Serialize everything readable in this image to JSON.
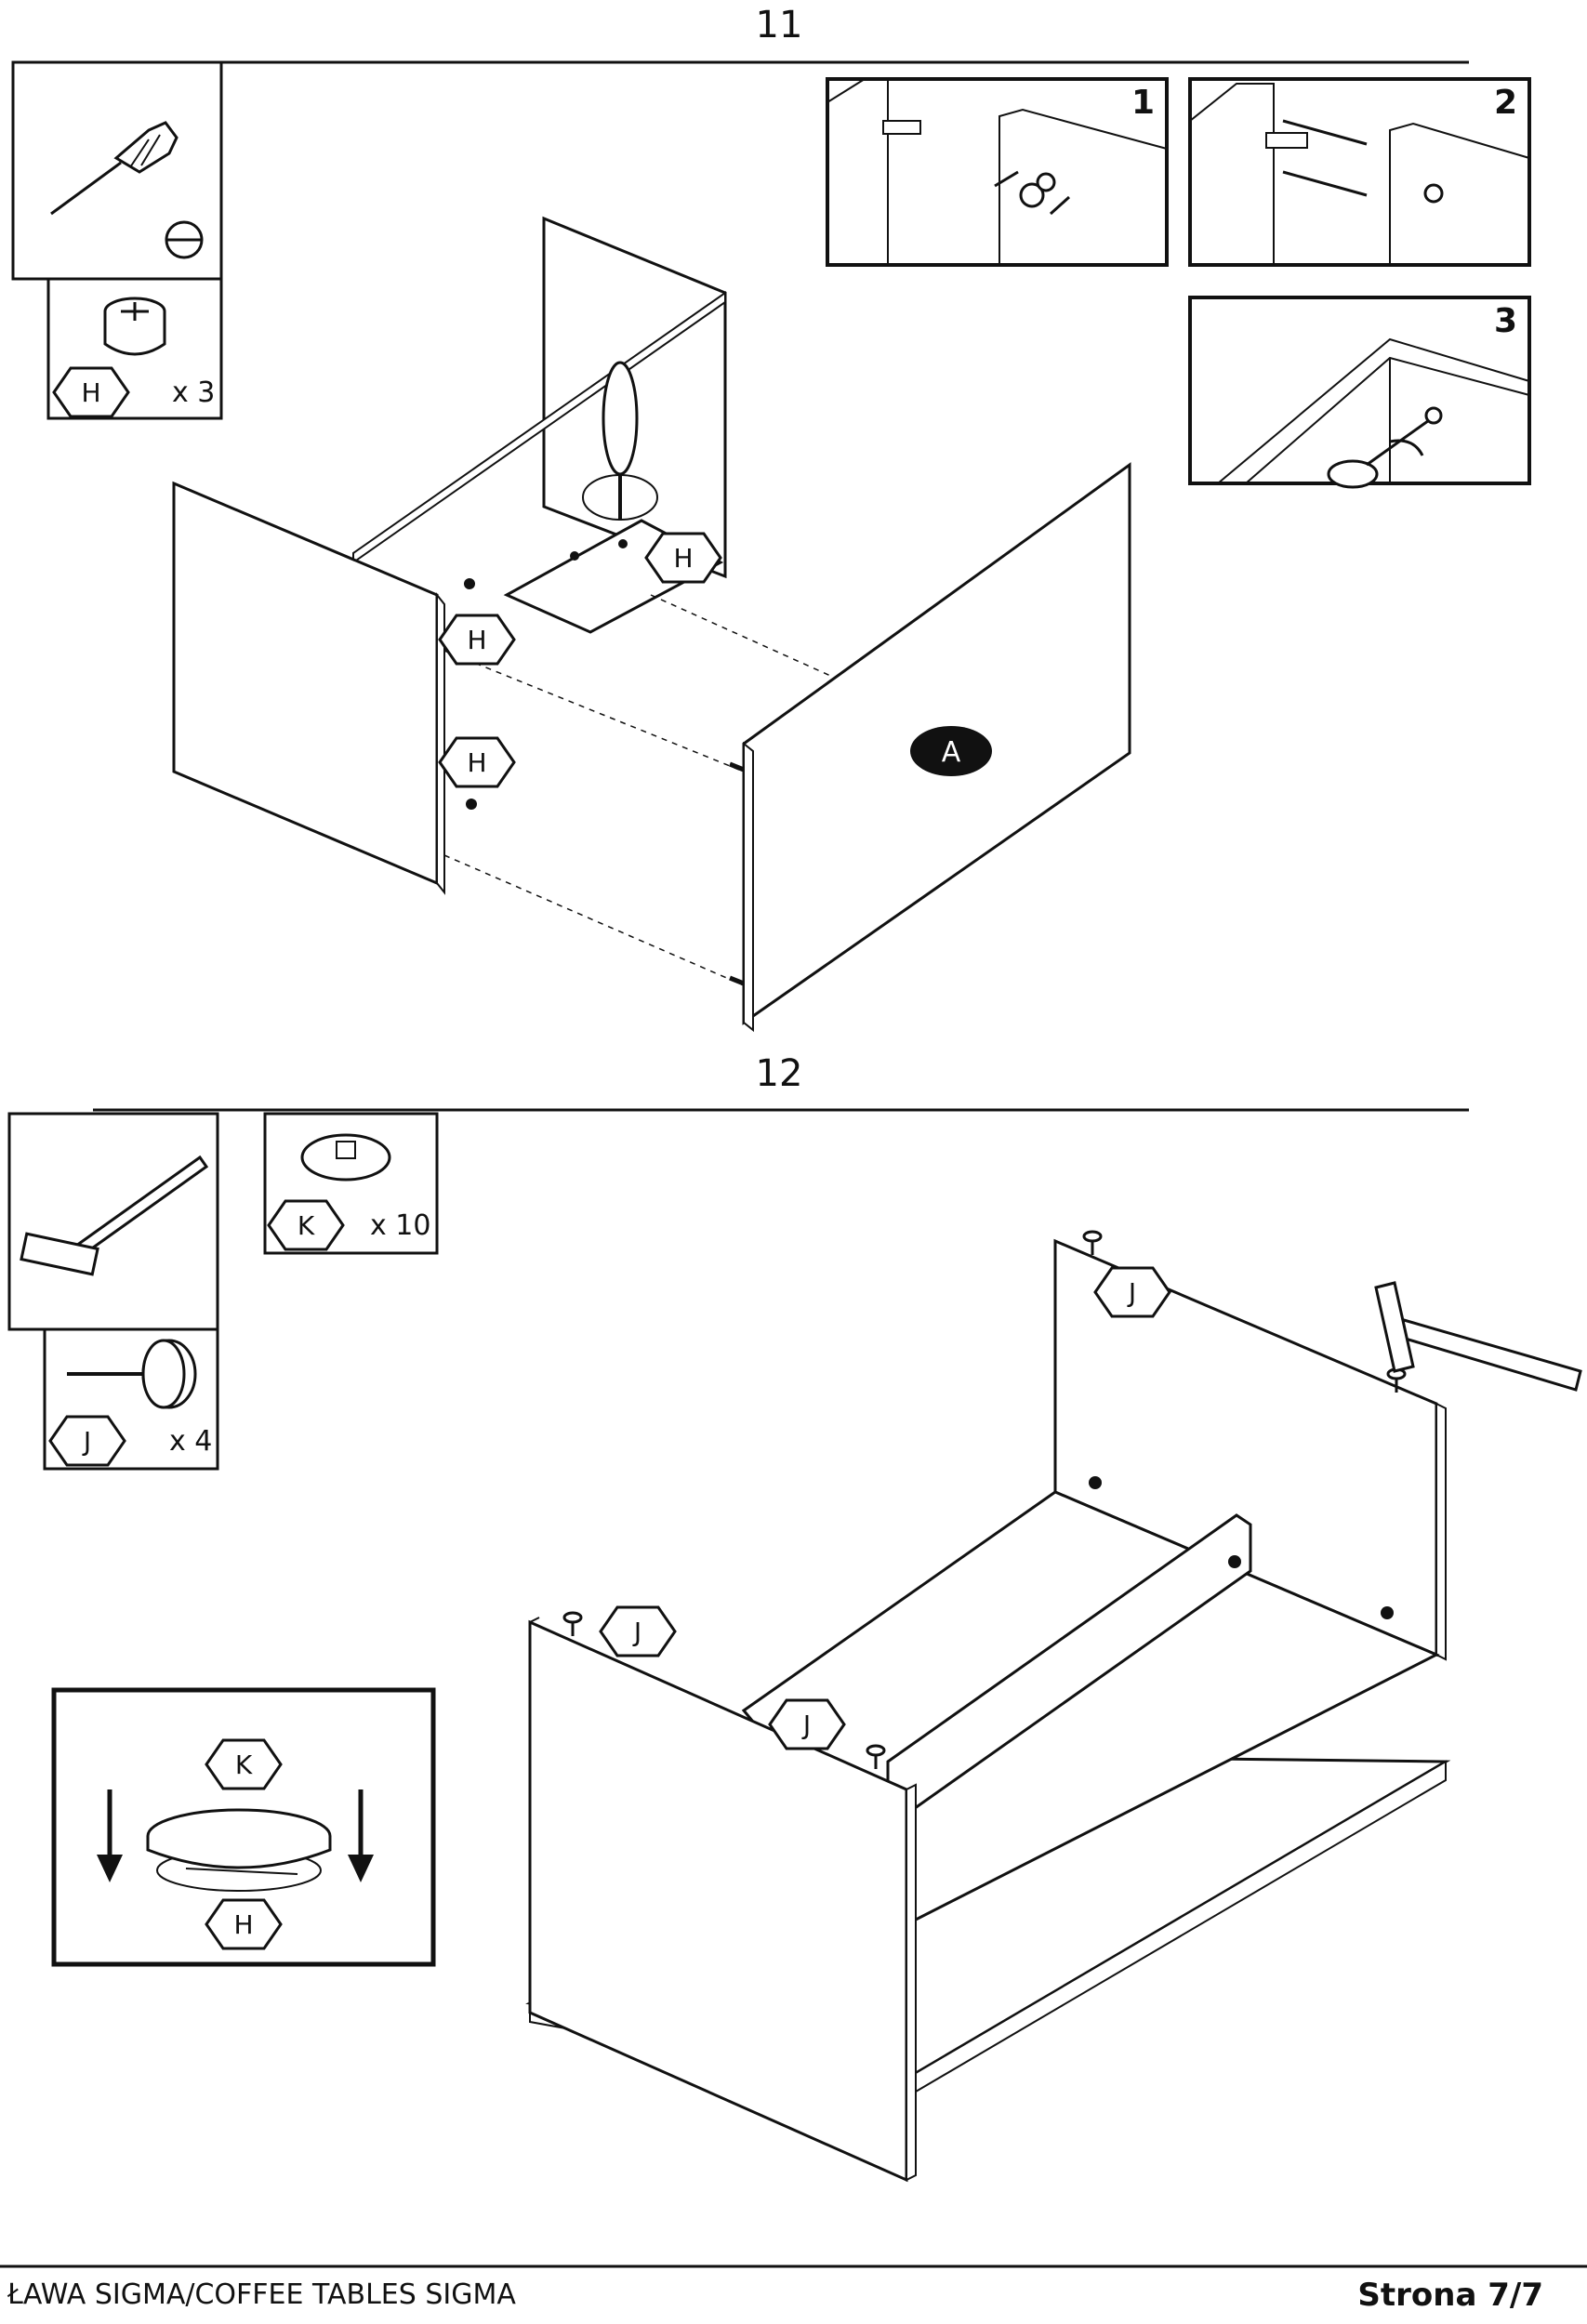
{
  "document": {
    "steps": [
      {
        "number": "11",
        "hardware": {
          "label": "H",
          "quantity": "x 3"
        },
        "tool": "flathead-screwdriver-icon",
        "detail_callouts": [
          "1",
          "2",
          "3"
        ],
        "panel_label": "A",
        "part_tags": [
          "H",
          "H",
          "H"
        ]
      },
      {
        "number": "12",
        "hardware": [
          {
            "label": "K",
            "quantity": "x 10"
          },
          {
            "label": "J",
            "quantity": "x 4"
          }
        ],
        "tool": "hammer-icon",
        "part_tags": [
          "J",
          "J",
          "J"
        ],
        "inset_tags": [
          "K",
          "H"
        ]
      }
    ],
    "footer": {
      "title": "ŁAWA SIGMA/COFFEE TABLES SIGMA",
      "page": "Strona 7/7"
    }
  }
}
